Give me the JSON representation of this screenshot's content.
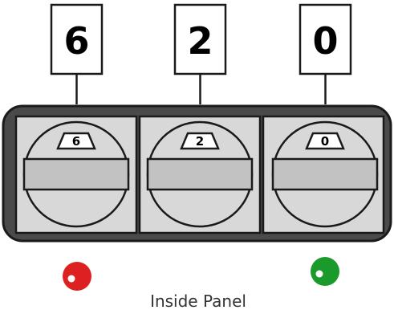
{
  "digits": [
    {
      "display_label": "6",
      "knob_label": "6"
    },
    {
      "display_label": "2",
      "knob_label": "2"
    },
    {
      "display_label": "0",
      "knob_label": "0"
    }
  ],
  "indicators": {
    "left": {
      "color": "#dd2020",
      "status": "red"
    },
    "right": {
      "color": "#1a9a2a",
      "status": "green"
    }
  },
  "caption": "Inside Panel",
  "colors": {
    "panel": "#4a4a4a",
    "cell": "#d8d8d8",
    "knob_bar": "#c2c2c2",
    "outline": "#1a1a1a"
  }
}
